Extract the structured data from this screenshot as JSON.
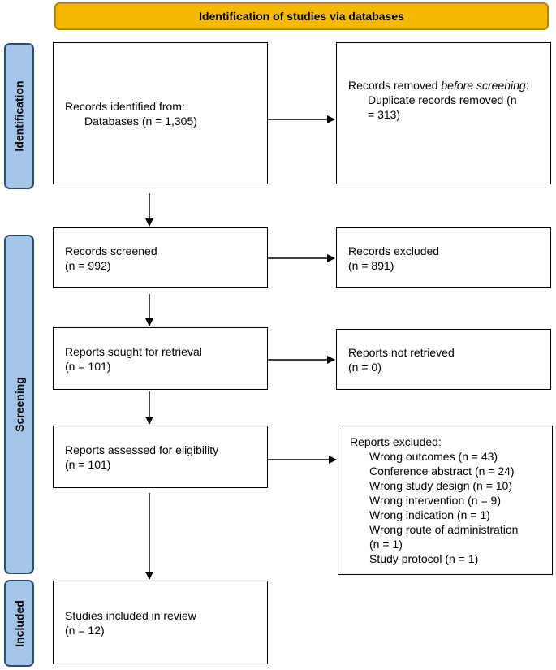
{
  "header": {
    "title": "Identification of studies via databases"
  },
  "stages": {
    "identification": "Identification",
    "screening": "Screening",
    "included": "Included"
  },
  "identification": {
    "records_identified_label": "Records identified from:",
    "records_identified_detail": "Databases (n = 1,305)",
    "records_removed_label_prefix": "Records removed ",
    "records_removed_label_emphasis": "before screening",
    "records_removed_label_suffix": ":",
    "records_removed_detail_line1": "Duplicate records removed (n",
    "records_removed_detail_line2": "= 313)"
  },
  "screening": {
    "records_screened_label": "Records screened",
    "records_screened_count": "(n = 992)",
    "records_excluded_label": "Records excluded",
    "records_excluded_count": "(n = 891)",
    "sought_label": "Reports sought for retrieval",
    "sought_count": "(n = 101)",
    "not_retrieved_label": "Reports not retrieved",
    "not_retrieved_count": "(n = 0)",
    "assessed_label": "Reports assessed for eligibility",
    "assessed_count": "(n = 101)",
    "excluded_label": "Reports excluded:",
    "excluded_reasons": [
      "Wrong outcomes (n = 43)",
      "Conference abstract (n = 24)",
      "Wrong study design (n = 10)",
      "Wrong intervention (n = 9)",
      "Wrong indication (n = 1)",
      "Wrong route of administration",
      "(n = 1)",
      "Study protocol (n = 1)"
    ]
  },
  "included": {
    "studies_label": "Studies included in review",
    "studies_count": "(n = 12)"
  }
}
